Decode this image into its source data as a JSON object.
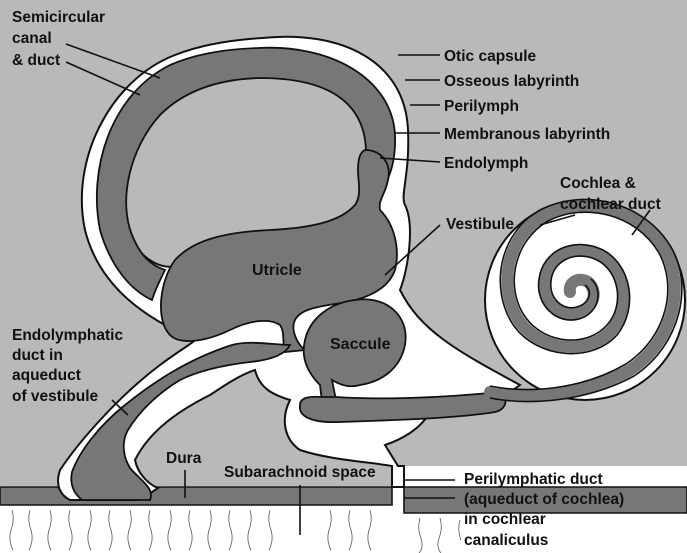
{
  "colors": {
    "bone": "#b9b9b9",
    "perilymph": "#ffffff",
    "endolymph": "#777777",
    "outline": "#111111",
    "csf": "#ffffff"
  },
  "labels": {
    "semicircular_line1": "Semicircular",
    "semicircular_line2": "canal",
    "semicircular_line3": "& duct",
    "otic_capsule": "Otic capsule",
    "osseous_labyrinth": "Osseous labyrinth",
    "perilymph": "Perilymph",
    "membranous_labyrinth": "Membranous labyrinth",
    "endolymph": "Endolymph",
    "cochlea_line1": "Cochlea &",
    "cochlea_line2": "cochlear duct",
    "vestibule": "Vestibule",
    "utricle": "Utricle",
    "saccule": "Saccule",
    "endolymphatic_line1": "Endolymphatic",
    "endolymphatic_line2": "duct in",
    "endolymphatic_line3": "aqueduct",
    "endolymphatic_line4": "of vestibule",
    "dura": "Dura",
    "subarachnoid": "Subarachnoid space",
    "perilymphatic_line1": "Perilymphatic duct",
    "perilymphatic_line2": "(aqueduct of cochlea)",
    "perilymphatic_line3": "in cochlear",
    "perilymphatic_line4": "canaliculus"
  }
}
